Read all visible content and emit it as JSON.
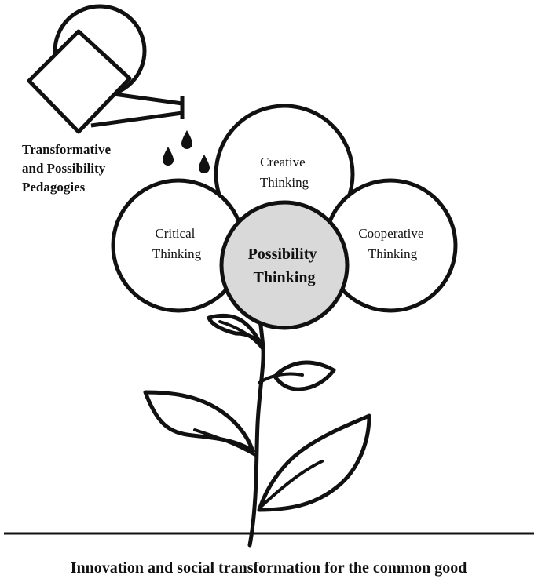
{
  "watering_can": {
    "label_lines": [
      "Transformative",
      "and Possibility",
      "Pedagogies"
    ]
  },
  "petals": {
    "top": [
      "Creative",
      "Thinking"
    ],
    "left": [
      "Critical",
      "Thinking"
    ],
    "right": [
      "Cooperative",
      "Thinking"
    ]
  },
  "center": [
    "Possibility",
    "Thinking"
  ],
  "caption": "Innovation and social transformation for the common good",
  "colors": {
    "stroke": "#111111",
    "center_fill": "#d9d9d9",
    "petal_fill": "#ffffff"
  }
}
